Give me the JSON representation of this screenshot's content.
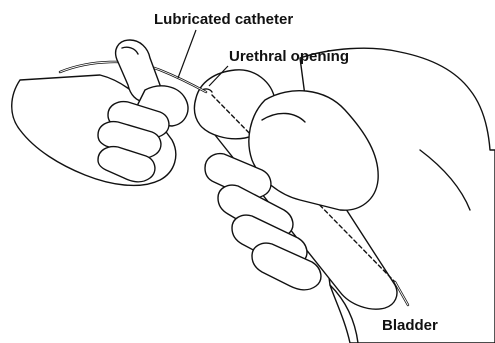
{
  "labels": {
    "lubricated_catheter": "Lubricated catheter",
    "urethral_opening": "Urethral opening",
    "bladder": "Bladder"
  },
  "colors": {
    "line": "#111111",
    "fill": "#ffffff"
  }
}
